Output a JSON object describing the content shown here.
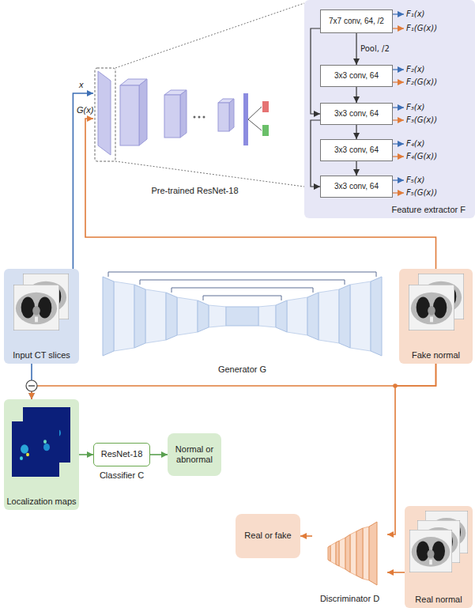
{
  "diagram": {
    "nodes": [
      {
        "text": [
          "Pre-trained ResNet-18"
        ]
      },
      {
        "text": [
          "Feature extractor F"
        ]
      },
      {
        "text": [
          "7x7 conv, 64, /2"
        ],
        "in": 1
      },
      {
        "text": [
          "3x3 conv, 64"
        ],
        "in": 1
      },
      {
        "text": [
          "3x3 conv, 64"
        ],
        "in": 1
      },
      {
        "text": [
          "3x3 conv, 64"
        ],
        "in": 1
      },
      {
        "text": [
          "3x3 conv, 64"
        ],
        "in": 1
      },
      {
        "text": [
          "Input CT slices"
        ]
      },
      {
        "text": [
          "Generator G"
        ]
      },
      {
        "text": [
          "Fake normal"
        ]
      },
      {
        "text": [
          "Localization maps"
        ]
      },
      {
        "text": [
          "ResNet-18",
          "Classifier C"
        ]
      },
      {
        "text": [
          "Normal or abnormal"
        ]
      },
      {
        "text": [
          "Real or fake"
        ]
      },
      {
        "text": [
          "Discriminator D"
        ]
      },
      {
        "text": [
          "Real normal"
        ]
      }
    ],
    "edges": [
      {
        "from": 7,
        "to": 0,
        "label": "x",
        "arrow": "to"
      },
      {
        "from": 9,
        "to": 0,
        "label": "G(x)",
        "arrow": "to"
      },
      {
        "from": 2,
        "to": 3,
        "arrow": "to"
      },
      {
        "from": 3,
        "to": 4,
        "arrow": "to"
      },
      {
        "from": 4,
        "to": 5,
        "arrow": "to"
      },
      {
        "from": 5,
        "to": 6,
        "arrow": "to"
      },
      {
        "from": 2,
        "to": 4,
        "arrow": "to"
      },
      {
        "from": 4,
        "to": 6,
        "arrow": "to"
      },
      {
        "from": 7,
        "to": 10,
        "arrow": "to"
      },
      {
        "from": 9,
        "to": 10,
        "arrow": "to"
      },
      {
        "from": 10,
        "to": 11,
        "arrow": "to"
      },
      {
        "from": 11,
        "to": 12,
        "arrow": "to"
      },
      {
        "from": 9,
        "to": 14,
        "arrow": "to"
      },
      {
        "from": 15,
        "to": 14,
        "arrow": "to"
      },
      {
        "from": 14,
        "to": 13,
        "arrow": "to"
      }
    ],
    "labels": [
      "F₁(x)",
      "F₁(G(x))",
      "Pool, /2",
      "F₂(x)",
      "F₂(G(x))",
      "F₃(x)",
      "F₃(G(x))",
      "F₄(x)",
      "F₄(G(x))",
      "F₅(x)",
      "F₅(G(x))"
    ]
  }
}
